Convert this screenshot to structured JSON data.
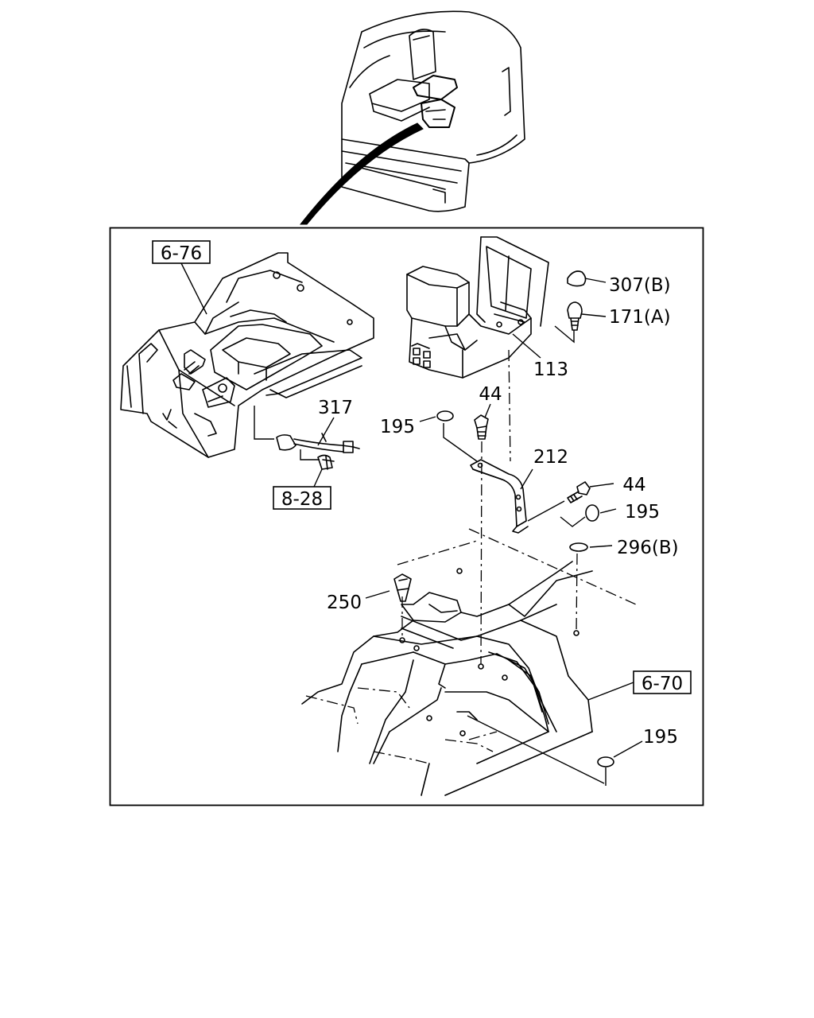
{
  "callouts": {
    "ref_6_76": "6-76",
    "ref_8_28": "8-28",
    "ref_6_70": "6-70",
    "p307b": "307(B)",
    "p171a": "171(A)",
    "p113": "113",
    "p44_top": "44",
    "p195_left": "195",
    "p317": "317",
    "p212": "212",
    "p44_right": "44",
    "p195_right": "195",
    "p296b": "296(B)",
    "p250": "250",
    "p195_bottom": "195"
  }
}
